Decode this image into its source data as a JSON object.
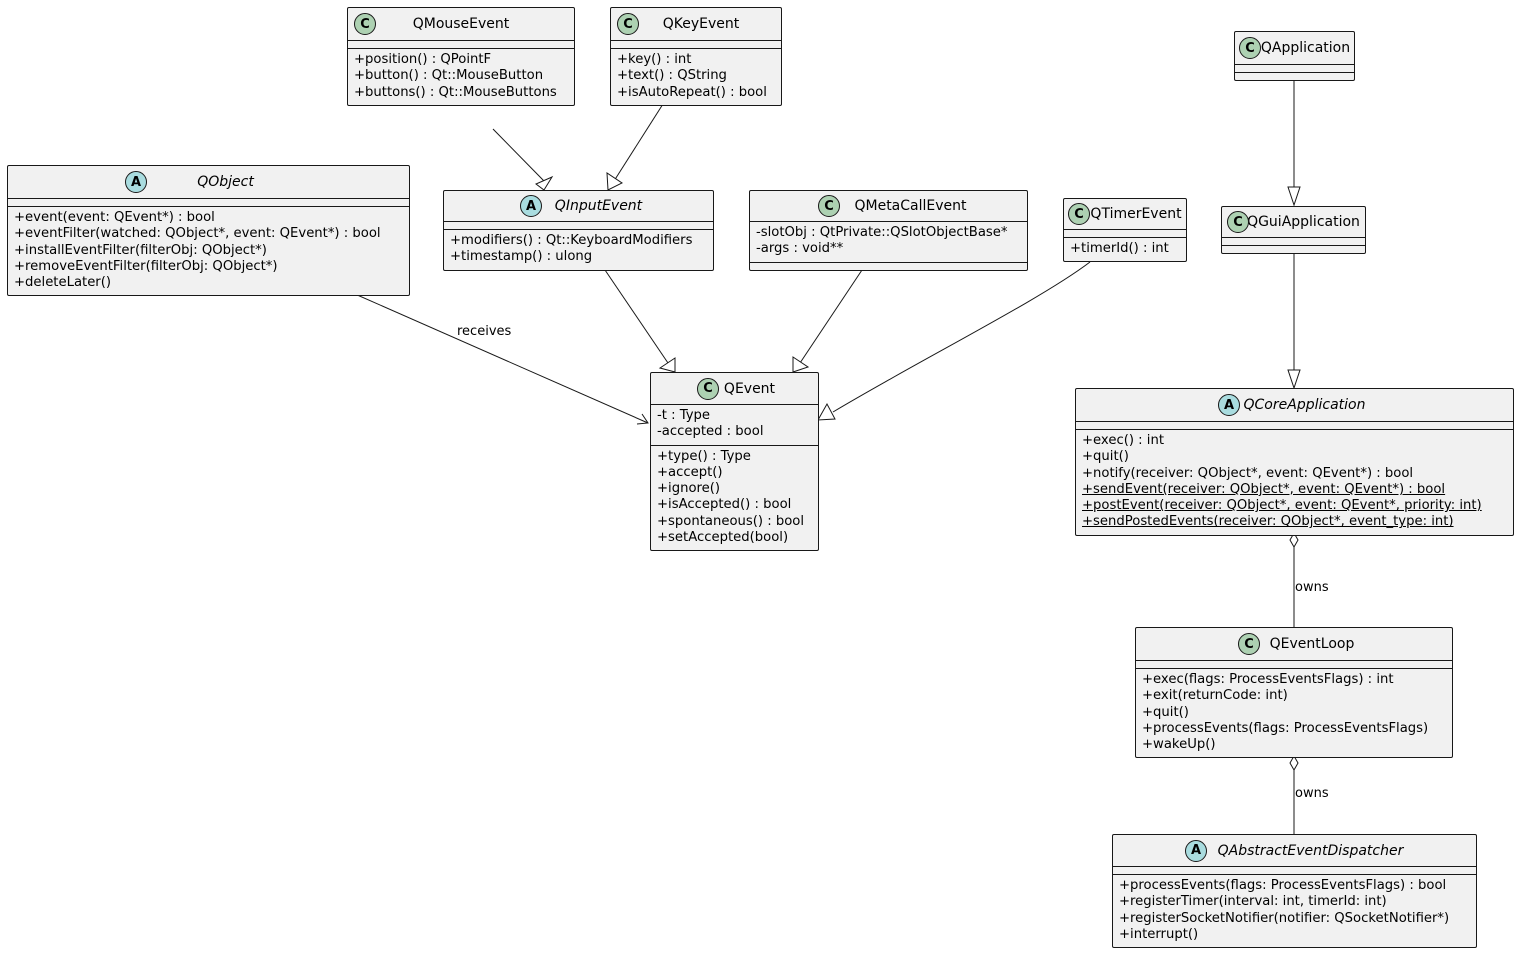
{
  "classes": {
    "qmouseevent": {
      "name": "QMouseEvent",
      "kind": "C",
      "abstract": false,
      "fields": [],
      "methods": [
        "+position() : QPointF",
        "+button() : Qt::MouseButton",
        "+buttons() : Qt::MouseButtons"
      ]
    },
    "qkeyevent": {
      "name": "QKeyEvent",
      "kind": "C",
      "abstract": false,
      "fields": [],
      "methods": [
        "+key() : int",
        "+text() : QString",
        "+isAutoRepeat() : bool"
      ]
    },
    "qapplication": {
      "name": "QApplication",
      "kind": "C",
      "abstract": false,
      "fields": [],
      "methods": []
    },
    "qobject": {
      "name": "QObject",
      "kind": "A",
      "abstract": true,
      "fields": [],
      "methods": [
        "+event(event: QEvent*) : bool",
        "+eventFilter(watched: QObject*, event: QEvent*) : bool",
        "+installEventFilter(filterObj: QObject*)",
        "+removeEventFilter(filterObj: QObject*)",
        "+deleteLater()"
      ]
    },
    "qinputevent": {
      "name": "QInputEvent",
      "kind": "A",
      "abstract": true,
      "fields": [],
      "methods": [
        "+modifiers() : Qt::KeyboardModifiers",
        "+timestamp() : ulong"
      ]
    },
    "qmetacallevent": {
      "name": "QMetaCallEvent",
      "kind": "C",
      "abstract": false,
      "fields": [
        "-slotObj : QtPrivate::QSlotObjectBase*",
        "-args : void**"
      ],
      "methods": []
    },
    "qtimerevent": {
      "name": "QTimerEvent",
      "kind": "C",
      "abstract": false,
      "fields": [],
      "methods": [
        "+timerId() : int"
      ]
    },
    "qguiapplication": {
      "name": "QGuiApplication",
      "kind": "C",
      "abstract": false,
      "fields": [],
      "methods": []
    },
    "qevent": {
      "name": "QEvent",
      "kind": "C",
      "abstract": false,
      "fields": [
        "-t : Type",
        "-accepted : bool"
      ],
      "methods": [
        "+type() : Type",
        "+accept()",
        "+ignore()",
        "+isAccepted() : bool",
        "+spontaneous() : bool",
        "+setAccepted(bool)"
      ]
    },
    "qcoreapplication": {
      "name": "QCoreApplication",
      "kind": "A",
      "abstract": true,
      "fields": [],
      "methods": [
        "+exec() : int",
        "+quit()",
        "+notify(receiver: QObject*, event: QEvent*) : bool"
      ],
      "static_methods": [
        "+sendEvent(receiver: QObject*, event: QEvent*) : bool",
        "+postEvent(receiver: QObject*, event: QEvent*, priority: int)",
        "+sendPostedEvents(receiver: QObject*, event_type: int)"
      ]
    },
    "qeventloop": {
      "name": "QEventLoop",
      "kind": "C",
      "abstract": false,
      "fields": [],
      "methods": [
        "+exec(flags: ProcessEventsFlags) : int",
        "+exit(returnCode: int)",
        "+quit()",
        "+processEvents(flags: ProcessEventsFlags)",
        "+wakeUp()"
      ]
    },
    "qabstracteventdispatcher": {
      "name": "QAbstractEventDispatcher",
      "kind": "A",
      "abstract": true,
      "fields": [],
      "methods": [
        "+processEvents(flags: ProcessEventsFlags) : bool",
        "+registerTimer(interval: int, timerId: int)",
        "+registerSocketNotifier(notifier: QSocketNotifier*)",
        "+interrupt()"
      ]
    }
  },
  "relations": [
    {
      "from": "QMouseEvent",
      "to": "QInputEvent",
      "type": "inheritance",
      "label": ""
    },
    {
      "from": "QKeyEvent",
      "to": "QInputEvent",
      "type": "inheritance",
      "label": ""
    },
    {
      "from": "QInputEvent",
      "to": "QEvent",
      "type": "inheritance",
      "label": ""
    },
    {
      "from": "QMetaCallEvent",
      "to": "QEvent",
      "type": "inheritance",
      "label": ""
    },
    {
      "from": "QTimerEvent",
      "to": "QEvent",
      "type": "inheritance",
      "label": ""
    },
    {
      "from": "QObject",
      "to": "QEvent",
      "type": "association",
      "label": "receives"
    },
    {
      "from": "QApplication",
      "to": "QGuiApplication",
      "type": "inheritance",
      "label": ""
    },
    {
      "from": "QGuiApplication",
      "to": "QCoreApplication",
      "type": "inheritance",
      "label": ""
    },
    {
      "from": "QCoreApplication",
      "to": "QEventLoop",
      "type": "aggregation",
      "label": "owns"
    },
    {
      "from": "QEventLoop",
      "to": "QAbstractEventDispatcher",
      "type": "aggregation",
      "label": "owns"
    }
  ]
}
